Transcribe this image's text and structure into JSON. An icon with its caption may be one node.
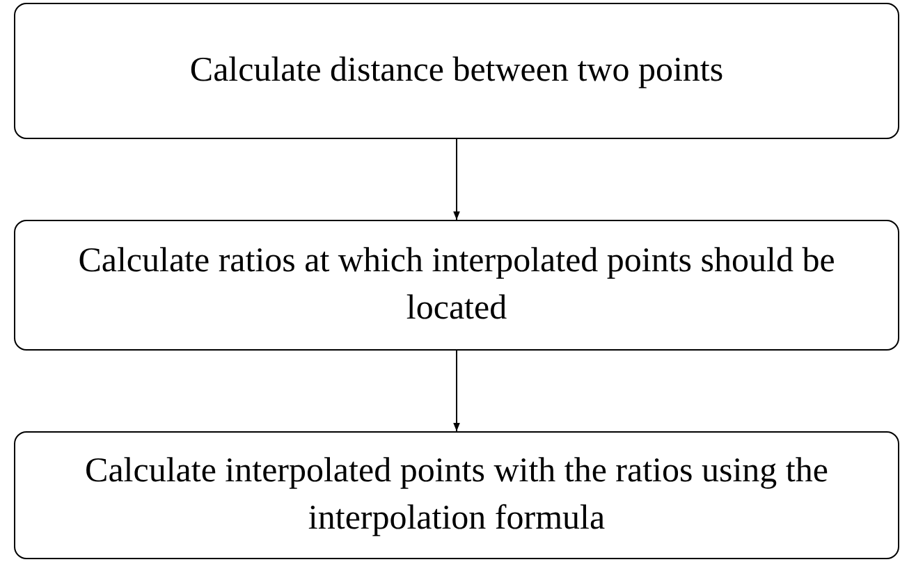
{
  "diagram": {
    "nodes": [
      {
        "text": [
          "Calculate distance between two points"
        ]
      },
      {
        "text": [
          "Calculate ratios at which interpolated points should be located"
        ]
      },
      {
        "text": [
          "Calculate interpolated points with the ratios using the interpolation formula"
        ]
      }
    ],
    "edges": [
      {
        "from": 0,
        "to": 1,
        "arrow": "to"
      },
      {
        "from": 1,
        "to": 2,
        "arrow": "to"
      }
    ]
  }
}
